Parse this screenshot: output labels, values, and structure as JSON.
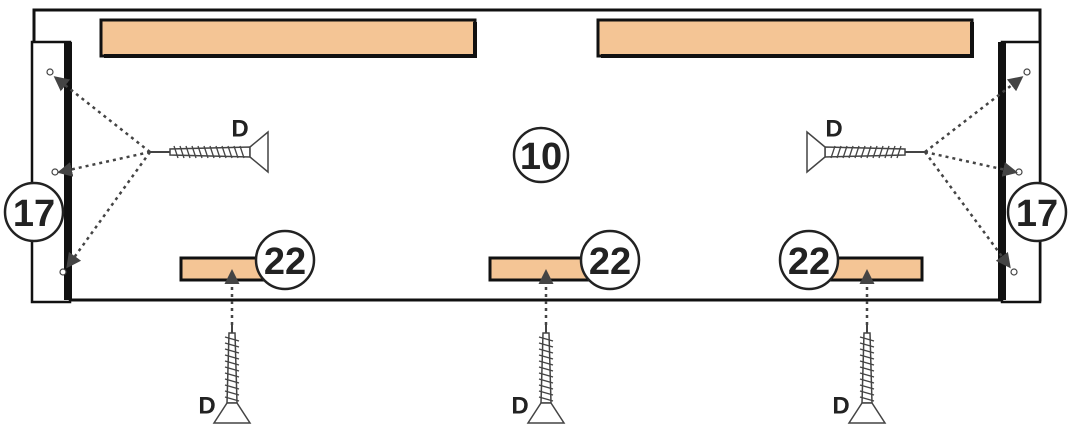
{
  "parts": {
    "panel": "10",
    "side_left": "17",
    "side_right": "17",
    "rail_1": "22",
    "rail_2": "22",
    "rail_3": "22"
  },
  "screw_type": "D",
  "colors": {
    "wood": "#f4c595",
    "outline": "#111111",
    "line": "#444444"
  }
}
